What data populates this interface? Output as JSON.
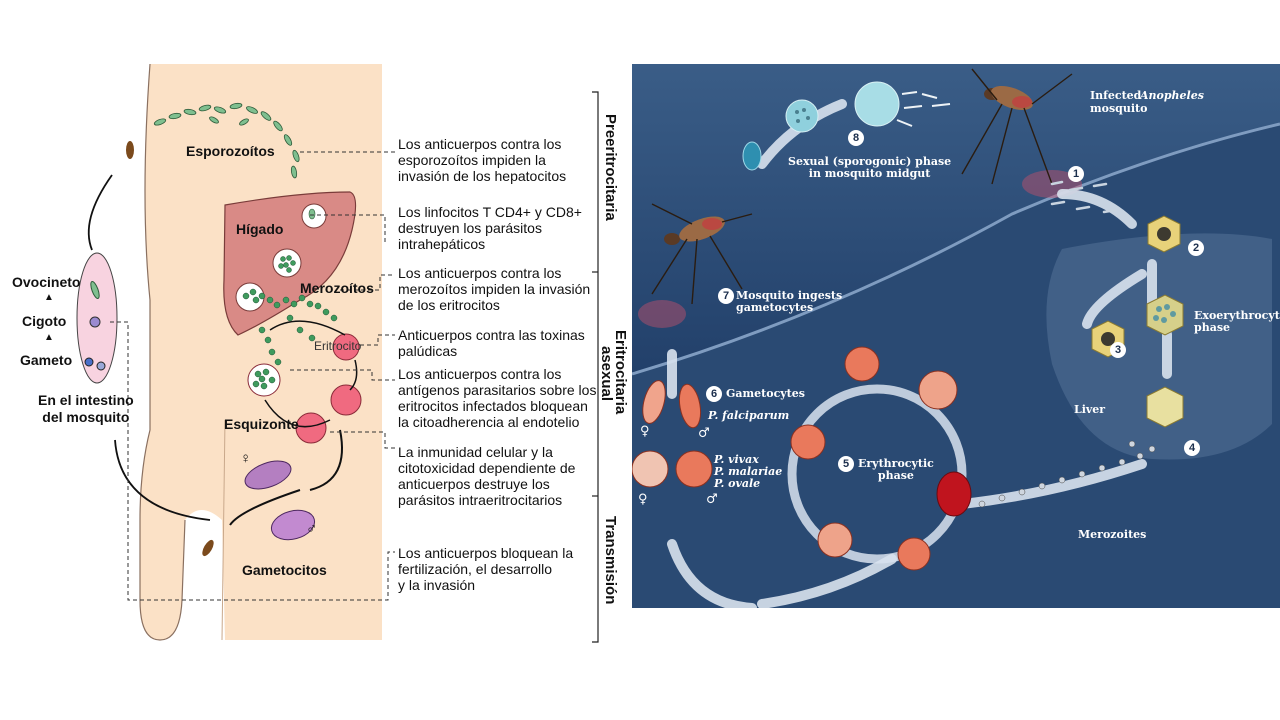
{
  "left_diagram": {
    "mosquito_stages": {
      "ovocineto": "Ovocineto",
      "cigoto": "Cigoto",
      "gameto": "Gameto",
      "location": "En el intestino\ndel mosquito"
    },
    "labels": {
      "esporozoitos": "Esporozoítos",
      "higado": "Hígado",
      "merozoitos": "Merozoítos",
      "eritrocito": "Eritrocito",
      "esquizonte": "Esquizonte",
      "gametocitos": "Gametocitos"
    },
    "annotations": [
      "Los anticuerpos contra los\n  esporozoítos impiden la\n  invasión de los hepatocitos",
      "Los linfocitos T CD4+ y CD8+\n  destruyen los parásitos\n  intrahepáticos",
      "Los anticuerpos contra los\nmerozoítos impiden la invasión\nde los eritrocitos",
      "Anticuerpos contra las toxinas\npalúdicas",
      "Los anticuerpos contra los\nantígenos parasitarios sobre los\neritrocitos infectados bloquean\nla citoadherencia al endotelio",
      "La inmunidad celular y la\ncitotoxicidad dependiente de\nanticuerpos destruye los\nparásitos intraeritrocitarios",
      "Los anticuerpos bloquean la\nfertilización, el desarrollo\ny la invasión"
    ],
    "phases": {
      "preeritrocitaria": "Preeritrocitaria",
      "eritrocitaria": "Eritrocitaria",
      "asexual": "asexual",
      "transmision": "Transmisión"
    },
    "sex_symbols": {
      "female": "♀",
      "male": "♂"
    }
  },
  "right_diagram": {
    "labels": {
      "infected_mosquito_1": "Infected",
      "infected_mosquito_2": "Anopheles",
      "infected_mosquito_3": "mosquito",
      "sexual_phase": "Sexual (sporogonic) phase\nin mosquito midgut",
      "mosquito_ingests": "Mosquito ingests\ngametocytes",
      "exoerythrocytic": "Exoerythrocytic\nphase",
      "liver": "Liver",
      "merozoites": "Merozoites",
      "erythrocytic": "Erythrocytic\nphase",
      "gametocytes": "Gametocytes",
      "p_falciparum": "P. falciparum",
      "p_others": "P. vivax\nP. malariae\nP. ovale"
    },
    "step_numbers": [
      "1",
      "2",
      "3",
      "4",
      "5",
      "6",
      "7",
      "8"
    ],
    "sex_symbols": {
      "female": "♀",
      "male": "♂"
    },
    "colors": {
      "background": "#2a4a73",
      "arrow": "#d8e2ee",
      "cell_red": "#e4573e",
      "hepatocyte": "#e8d27a"
    }
  }
}
